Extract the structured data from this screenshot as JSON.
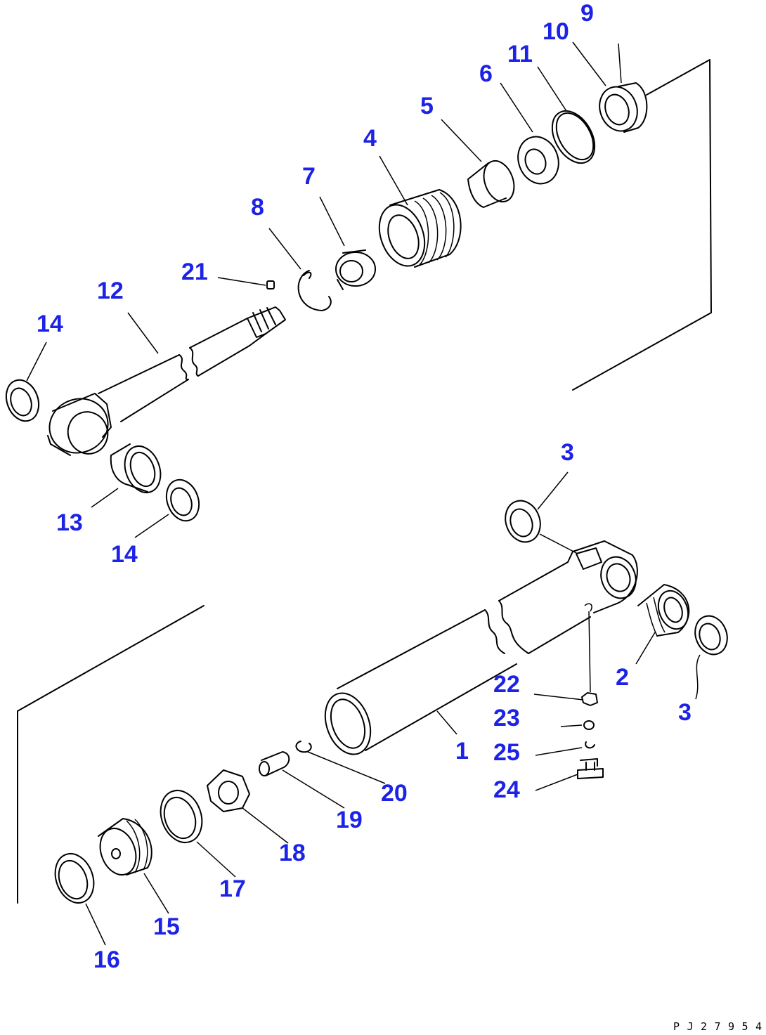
{
  "drawing_code": "PJ27954",
  "accent_color": "#1c22e6",
  "callouts": [
    "1",
    "2",
    "3",
    "3",
    "4",
    "5",
    "6",
    "7",
    "8",
    "9",
    "10",
    "11",
    "12",
    "13",
    "14",
    "14",
    "15",
    "16",
    "17",
    "18",
    "19",
    "20",
    "21",
    "22",
    "23",
    "24",
    "25"
  ]
}
